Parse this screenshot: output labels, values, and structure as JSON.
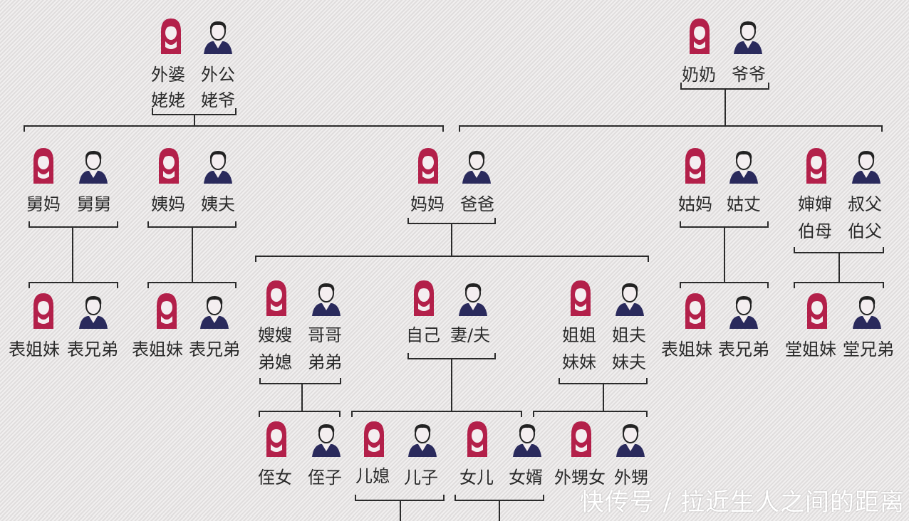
{
  "colors": {
    "female": "#b3204a",
    "male": "#2a2a5c",
    "line": "#2b2b2b",
    "background": "#e9e7e7"
  },
  "icons": {
    "female": "female-person-icon",
    "male": "male-person-icon"
  },
  "maternal_grandparents": {
    "female": [
      "外婆",
      "姥姥"
    ],
    "male": [
      "外公",
      "姥爷"
    ]
  },
  "paternal_grandparents": {
    "female": "奶奶",
    "male": "爷爷"
  },
  "maternal_uncle_couple": {
    "female": "舅妈",
    "male": "舅舅"
  },
  "maternal_aunt_couple": {
    "female": "姨妈",
    "male": "姨夫"
  },
  "parents": {
    "female": "妈妈",
    "male": "爸爸"
  },
  "paternal_aunt_couple": {
    "female": "姑妈",
    "male": "姑丈"
  },
  "paternal_uncle_couple": {
    "female": [
      "婶婶",
      "伯母"
    ],
    "male": [
      "叔父",
      "伯父"
    ]
  },
  "cousins_maternal_uncle": {
    "female": "表姐妹",
    "male": "表兄弟"
  },
  "cousins_maternal_aunt": {
    "female": "表姐妹",
    "male": "表兄弟"
  },
  "cousins_paternal_aunt": {
    "female": "表姐妹",
    "male": "表兄弟"
  },
  "cousins_paternal_uncle": {
    "female": "堂姐妹",
    "male": "堂兄弟"
  },
  "brothers_couple": {
    "female": [
      "嫂嫂",
      "弟媳"
    ],
    "male": [
      "哥哥",
      "弟弟"
    ]
  },
  "self_couple": {
    "female": "自己",
    "male": "妻/夫"
  },
  "sisters_couple": {
    "female": [
      "姐姐",
      "妹妹"
    ],
    "male": [
      "姐夫",
      "妹夫"
    ]
  },
  "brother_children": {
    "female": "侄女",
    "male": "侄子"
  },
  "son_couple": {
    "female": "儿媳",
    "male": "儿子"
  },
  "daughter_couple": {
    "female": "女儿",
    "male": "女婿"
  },
  "sister_children": {
    "female": "外甥女",
    "male": "外甥"
  },
  "watermark": "快传号 / 拉近生人之间的距离"
}
